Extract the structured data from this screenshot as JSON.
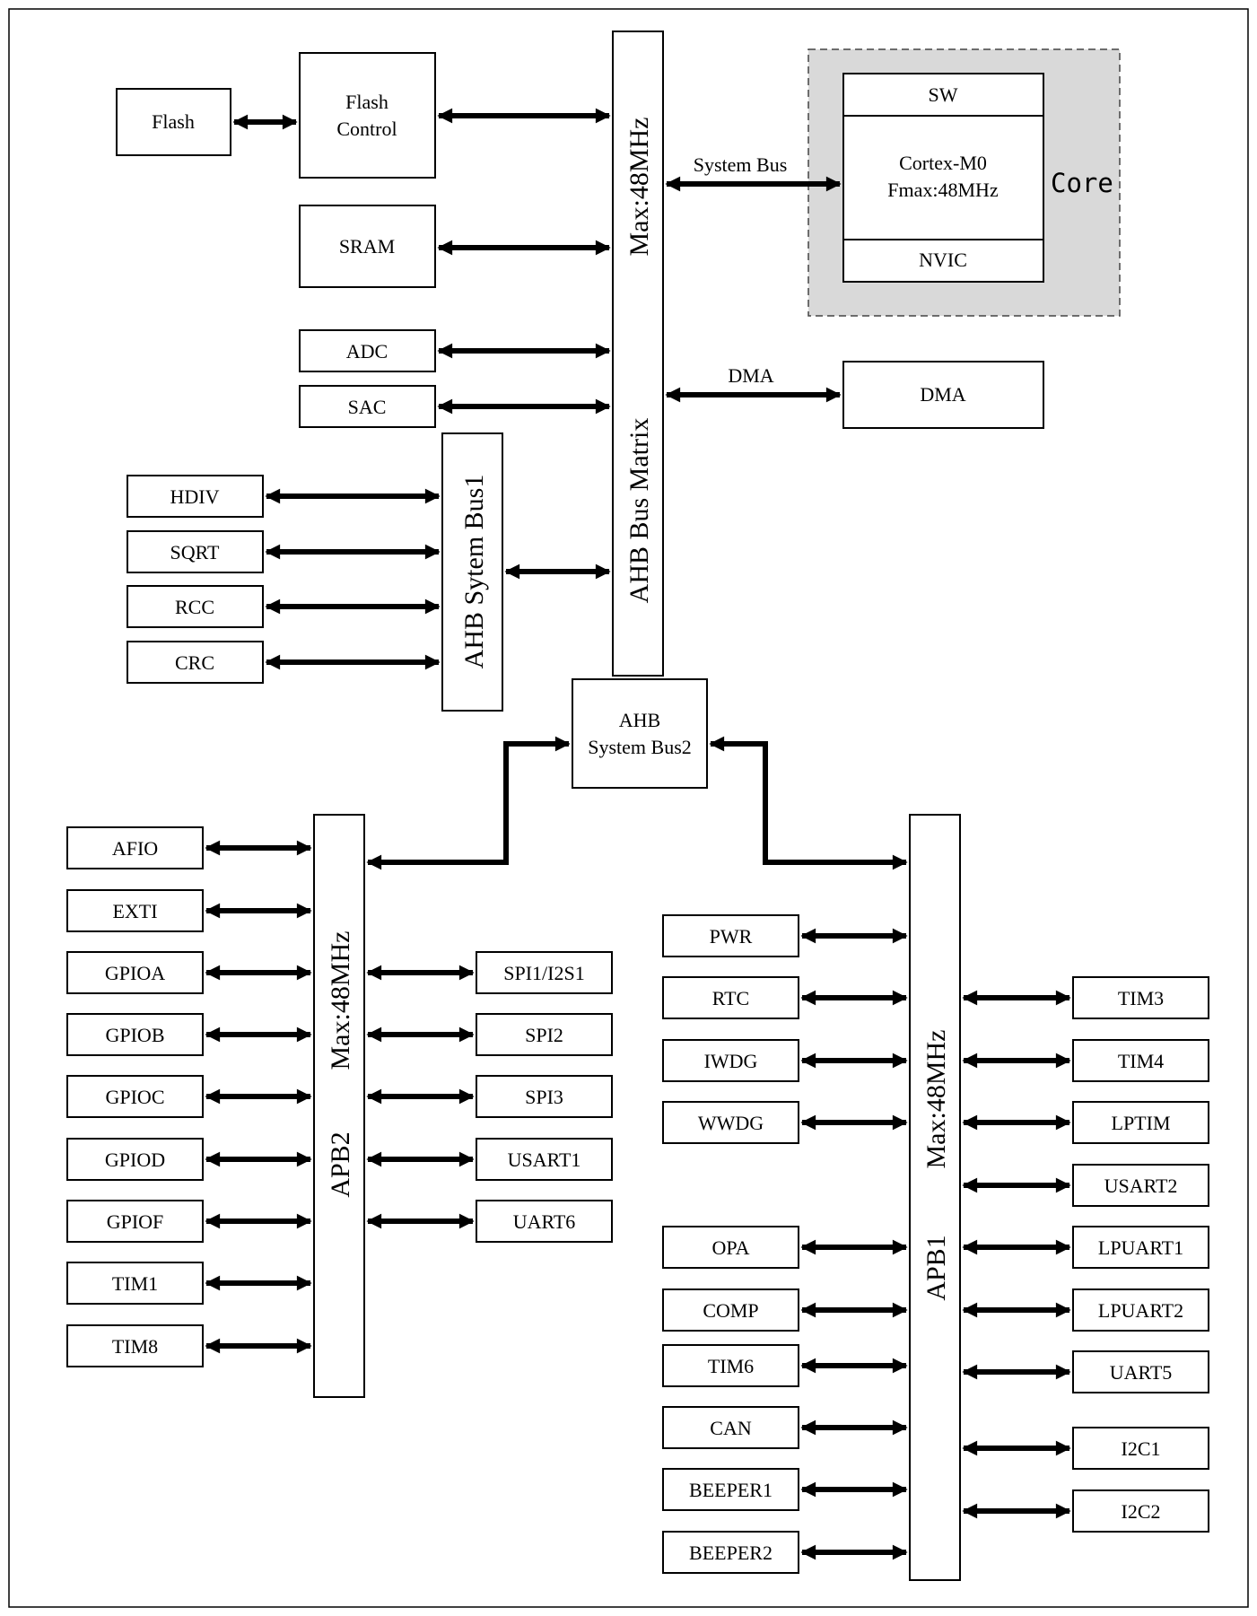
{
  "flash": "Flash",
  "flash_control": [
    "Flash",
    "Control"
  ],
  "sram": "SRAM",
  "adc": "ADC",
  "sac": "SAC",
  "hdiv": "HDIV",
  "sqrt": "SQRT",
  "rcc": "RCC",
  "crc": "CRC",
  "ahb_system_bus1": "AHB Sytem Bus1",
  "bus_matrix": {
    "label": "AHB Bus Matrix",
    "freq": "Max:48MHz"
  },
  "system_bus_label": "System Bus",
  "core": {
    "label": "Core",
    "sw": "SW",
    "cpu": [
      "Cortex-M0",
      "Fmax:48MHz"
    ],
    "nvic": "NVIC"
  },
  "dma_link_label": "DMA",
  "dma_block": "DMA",
  "ahb_system_bus2": [
    "AHB",
    "System Bus2"
  ],
  "apb2": {
    "label": "APB2",
    "freq": "Max:48MHz",
    "left": [
      "AFIO",
      "EXTI",
      "GPIOA",
      "GPIOB",
      "GPIOC",
      "GPIOD",
      "GPIOF",
      "TIM1",
      "TIM8"
    ],
    "right": [
      "SPI1/I2S1",
      "SPI2",
      "SPI3",
      "USART1",
      "UART6"
    ]
  },
  "apb1": {
    "label": "APB1",
    "freq": "Max:48MHz",
    "left": [
      "PWR",
      "RTC",
      "IWDG",
      "WWDG",
      "OPA",
      "COMP",
      "TIM6",
      "CAN",
      "BEEPER1",
      "BEEPER2"
    ],
    "right": [
      "TIM3",
      "TIM4",
      "LPTIM",
      "USART2",
      "LPUART1",
      "LPUART2",
      "UART5",
      "I2C1",
      "I2C2"
    ]
  }
}
